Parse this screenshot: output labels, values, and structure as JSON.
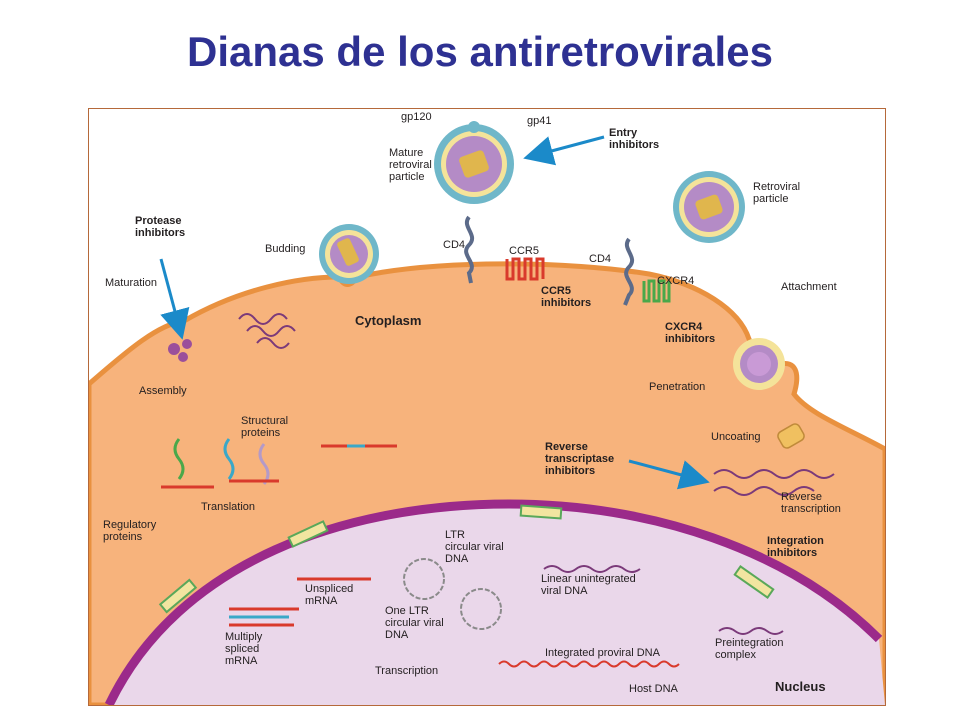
{
  "title": "Dianas de los antiretrovirales",
  "colors": {
    "title": "#2e3192",
    "cytoplasm": "#f7b37c",
    "membrane": "#e9913f",
    "nucleus": "#ead7ea",
    "nuclear_envelope": "#9b2a8a",
    "arrow": "#1b8ac9",
    "viral_rna": "#7b3a7a"
  },
  "labels": {
    "gp120": "gp120",
    "gp41": "gp41",
    "mature_particle": "Mature\nretroviral\nparticle",
    "entry_inhibitors": "Entry\ninhibitors",
    "retroviral_particle": "Retroviral\nparticle",
    "protease_inhibitors": "Protease\ninhibitors",
    "budding": "Budding",
    "cd4_a": "CD4",
    "ccr5": "CCR5",
    "cd4_b": "CD4",
    "cxcr4": "CXCR4",
    "attachment": "Attachment",
    "maturation": "Maturation",
    "ccr5_inhibitors": "CCR5\ninhibitors",
    "cxcr4_inhibitors": "CXCR4\ninhibitors",
    "cytoplasm": "Cytoplasm",
    "assembly": "Assembly",
    "penetration": "Penetration",
    "structural_proteins": "Structural\nproteins",
    "uncoating": "Uncoating",
    "rt_inhibitors": "Reverse\ntranscriptase\ninhibitors",
    "translation": "Translation",
    "reverse_transcription": "Reverse\ntranscription",
    "regulatory_proteins": "Regulatory\nproteins",
    "ltr_circular": "LTR\ncircular viral\nDNA",
    "integration_inhibitors": "Integration\ninhibitors",
    "linear_unintegrated": "Linear unintegrated\nviral DNA",
    "unspliced_mrna": "Unspliced\nmRNA",
    "one_ltr_circular": "One LTR\ncircular viral\nDNA",
    "multiply_spliced": "Multiply\nspliced\nmRNA",
    "preintegration_complex": "Preintegration\ncomplex",
    "integrated_proviral": "Integrated proviral DNA",
    "transcription": "Transcription",
    "host_dna": "Host DNA",
    "nucleus": "Nucleus"
  }
}
